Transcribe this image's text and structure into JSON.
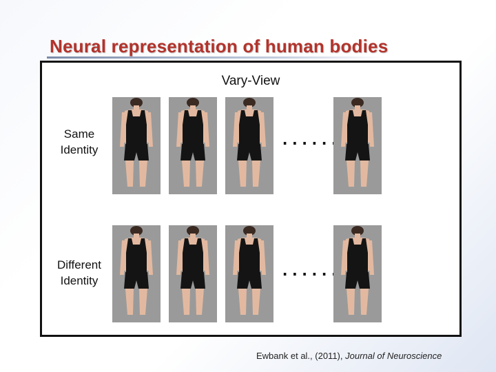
{
  "slide": {
    "title": "Neural representation of human bodies",
    "accent_color": "#b3332b"
  },
  "figure": {
    "heading": "Vary-View",
    "rows": [
      {
        "label_line1": "Same",
        "label_line2": "Identity",
        "continuation": "......"
      },
      {
        "label_line1": "Different",
        "label_line2": "Identity",
        "continuation": "......"
      }
    ],
    "photo_background": "#9a9a9a"
  },
  "citation": {
    "authors": "Ewbank et al., (2011),",
    "journal": "Journal of Neuroscience"
  }
}
